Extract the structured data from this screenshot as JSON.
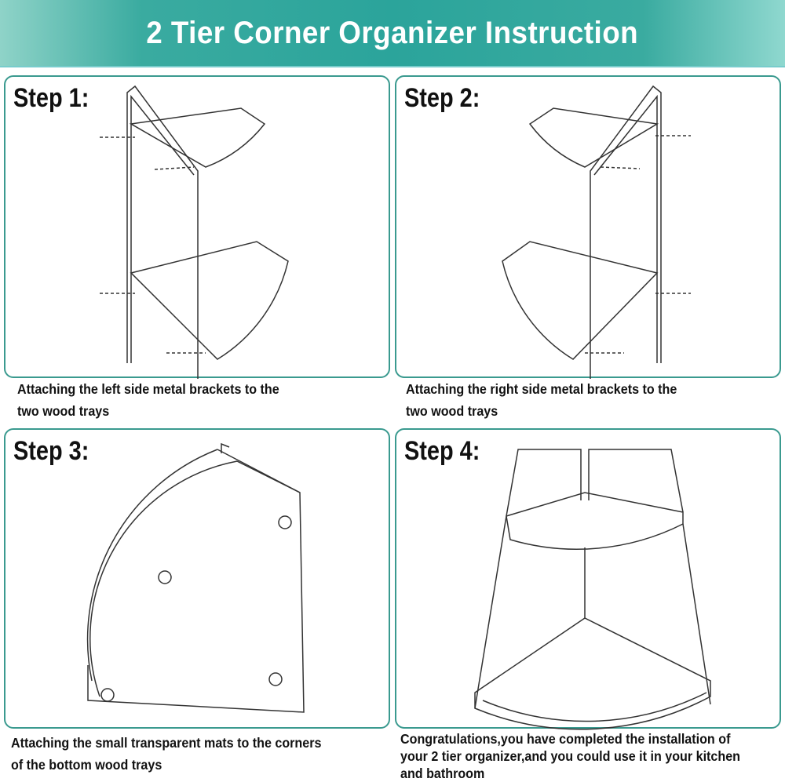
{
  "header": {
    "title": "2 Tier Corner Organizer Instruction"
  },
  "steps": [
    {
      "label": "Step 1:",
      "caption_line1": "Attaching the left side metal brackets to the",
      "caption_line2": "two wood trays"
    },
    {
      "label": "Step 2:",
      "caption_line1": "Attaching the right side metal brackets  to the",
      "caption_line2": "two wood trays"
    },
    {
      "label": "Step 3:",
      "caption_line1": "Attaching the small transparent mats to the corners",
      "caption_line2": "of the bottom wood trays"
    },
    {
      "label": "Step 4:",
      "caption_line1": "Congratulations,you have completed the installation of",
      "caption_line2": "your 2 tier organizer,and you could use it in your kitchen",
      "caption_line3": "and bathroom"
    }
  ],
  "colors": {
    "accent": "#2ba49b",
    "border": "#3a9a8f"
  }
}
